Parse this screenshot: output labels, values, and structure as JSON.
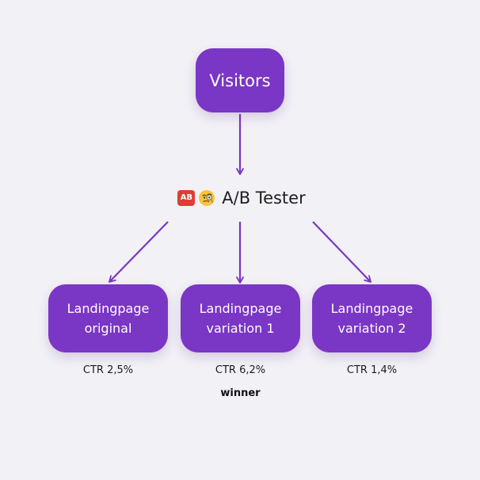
{
  "diagram": {
    "root": {
      "label": "Visitors"
    },
    "tester": {
      "label": "A/B Tester",
      "icons": [
        "ab-button-emoji",
        "face-with-monocle-emoji"
      ],
      "ab_icon_text": "AB"
    },
    "children": [
      {
        "line1": "Landingpage",
        "line2": "original",
        "metric": "CTR 2,5%"
      },
      {
        "line1": "Landingpage",
        "line2": "variation 1",
        "metric": "CTR 6,2%",
        "badge": "winner"
      },
      {
        "line1": "Landingpage",
        "line2": "variation 2",
        "metric": "CTR 1,4%"
      }
    ]
  },
  "colors": {
    "background": "#f2f1f6",
    "node": "#7a36c4",
    "arrow": "#7a36c4",
    "text_dark": "#1e1e1e"
  }
}
